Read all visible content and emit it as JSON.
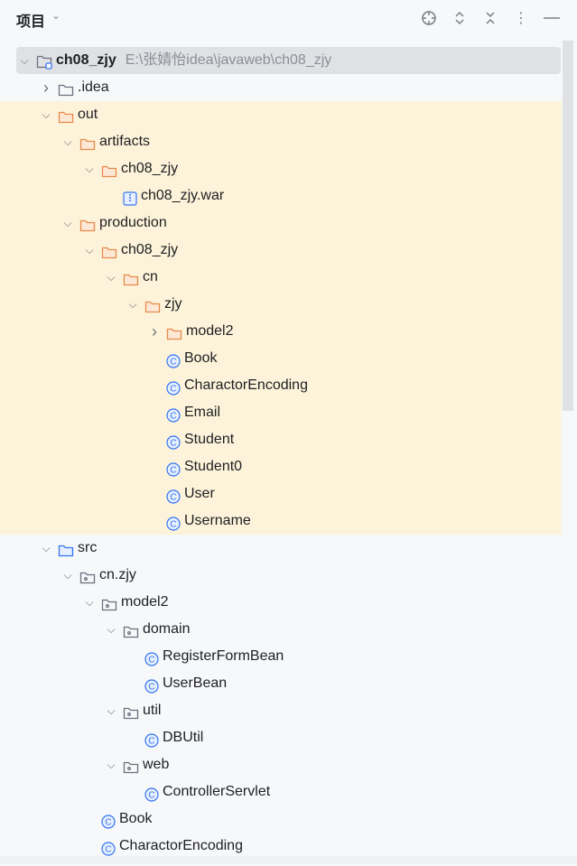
{
  "header": {
    "title": "项目",
    "tools": [
      "locate-icon",
      "expand-all-icon",
      "collapse-all-icon",
      "more-options-icon",
      "hide-icon"
    ]
  },
  "tree": [
    {
      "label": "ch08_zjy",
      "path": "E:\\张婧怡idea\\javaweb\\ch08_zjy",
      "level": 0,
      "type": "module",
      "exp": "open",
      "sel": true
    },
    {
      "label": ".idea",
      "level": 1,
      "type": "folder",
      "exp": "closed"
    },
    {
      "label": "out",
      "level": 1,
      "type": "folder-orange",
      "exp": "open",
      "hl": true
    },
    {
      "label": "artifacts",
      "level": 2,
      "type": "folder-orange",
      "exp": "open",
      "hl": true
    },
    {
      "label": "ch08_zjy",
      "level": 3,
      "type": "folder-orange",
      "exp": "open",
      "hl": true
    },
    {
      "label": "ch08_zjy.war",
      "level": 4,
      "type": "war",
      "hl": true
    },
    {
      "label": "production",
      "level": 2,
      "type": "folder-orange",
      "exp": "open",
      "hl": true
    },
    {
      "label": "ch08_zjy",
      "level": 3,
      "type": "folder-orange",
      "exp": "open",
      "hl": true
    },
    {
      "label": "cn",
      "level": 4,
      "type": "folder-orange",
      "exp": "open",
      "hl": true
    },
    {
      "label": "zjy",
      "level": 5,
      "type": "folder-orange",
      "exp": "open",
      "hl": true
    },
    {
      "label": "model2",
      "level": 6,
      "type": "folder-orange",
      "exp": "closed",
      "hl": true
    },
    {
      "label": "Book",
      "level": 6,
      "type": "class",
      "hl": true
    },
    {
      "label": "CharactorEncoding",
      "level": 6,
      "type": "class",
      "hl": true
    },
    {
      "label": "Email",
      "level": 6,
      "type": "class",
      "hl": true
    },
    {
      "label": "Student",
      "level": 6,
      "type": "class",
      "hl": true
    },
    {
      "label": "Student0",
      "level": 6,
      "type": "class",
      "hl": true
    },
    {
      "label": "User",
      "level": 6,
      "type": "class",
      "hl": true
    },
    {
      "label": "Username",
      "level": 6,
      "type": "class",
      "hl": true
    },
    {
      "label": "src",
      "level": 1,
      "type": "folder-src",
      "exp": "open"
    },
    {
      "label": "cn.zjy",
      "level": 2,
      "type": "package",
      "exp": "open"
    },
    {
      "label": "model2",
      "level": 3,
      "type": "package",
      "exp": "open"
    },
    {
      "label": "domain",
      "level": 4,
      "type": "package",
      "exp": "open"
    },
    {
      "label": "RegisterFormBean",
      "level": 5,
      "type": "class"
    },
    {
      "label": "UserBean",
      "level": 5,
      "type": "class"
    },
    {
      "label": "util",
      "level": 4,
      "type": "package",
      "exp": "open"
    },
    {
      "label": "DBUtil",
      "level": 5,
      "type": "class"
    },
    {
      "label": "web",
      "level": 4,
      "type": "package",
      "exp": "open"
    },
    {
      "label": "ControllerServlet",
      "level": 5,
      "type": "class"
    },
    {
      "label": "Book",
      "level": 3,
      "type": "class"
    },
    {
      "label": "CharactorEncoding",
      "level": 3,
      "type": "class"
    }
  ],
  "colors": {
    "highlight": "#fdf3da",
    "selected": "#dfe1e5",
    "class": "#3574f0",
    "folder_orange": "#e88a4a",
    "folder_gray": "#6c707e"
  }
}
